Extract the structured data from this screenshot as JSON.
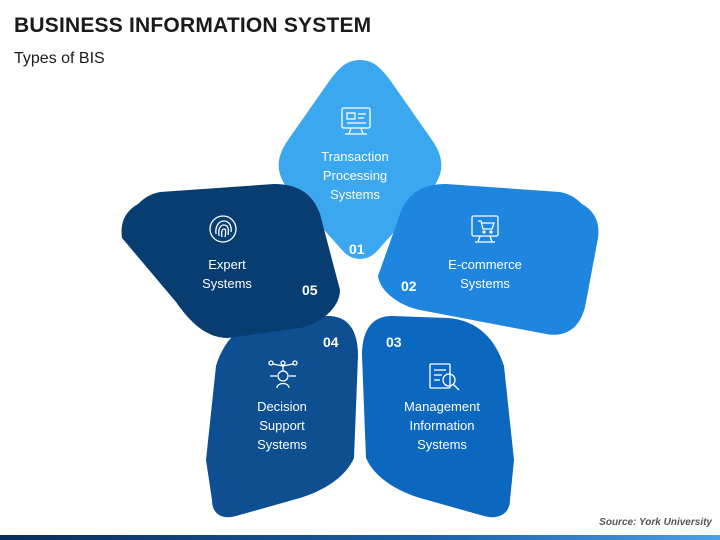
{
  "header": {
    "title": "BUSINESS INFORMATION SYSTEM",
    "subtitle": "Types of BIS"
  },
  "petals": [
    {
      "number": "01",
      "lines": [
        "Transaction",
        "Processing",
        "Systems"
      ],
      "icon": "computer-monitor-icon",
      "color": "#3aa7ee"
    },
    {
      "number": "02",
      "lines": [
        "E-commerce",
        "Systems"
      ],
      "icon": "shopping-cart-monitor-icon",
      "color": "#1f86e0"
    },
    {
      "number": "03",
      "lines": [
        "Management",
        "Information",
        "Systems"
      ],
      "icon": "document-search-icon",
      "color": "#0c67bf"
    },
    {
      "number": "04",
      "lines": [
        "Decision",
        "Support",
        "Systems"
      ],
      "icon": "decision-network-icon",
      "color": "#0d4f91"
    },
    {
      "number": "05",
      "lines": [
        "Expert",
        "Systems"
      ],
      "icon": "fingerprint-icon",
      "color": "#083d72"
    }
  ],
  "footer": {
    "source": "Source: York University"
  }
}
